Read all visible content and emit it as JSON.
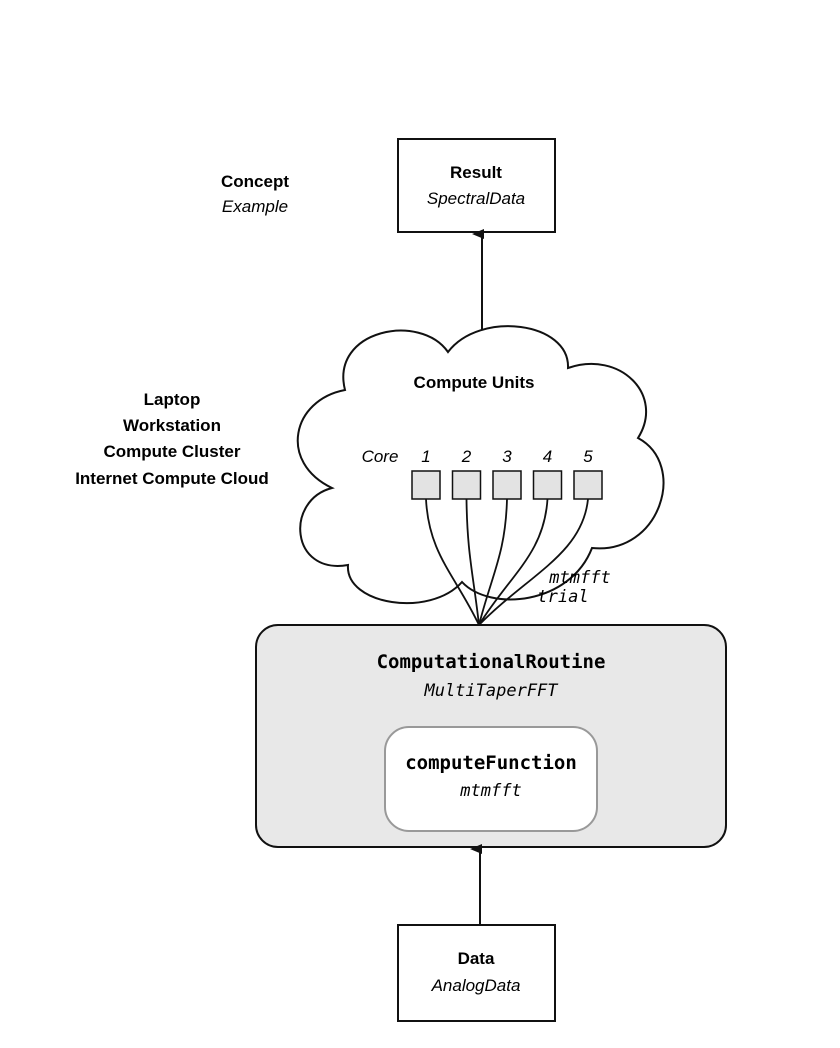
{
  "legend": {
    "concept_label": "Concept",
    "example_label": "Example"
  },
  "result_box": {
    "title": "Result",
    "subtitle": "SpectralData"
  },
  "data_box": {
    "title": "Data",
    "subtitle": "AnalogData"
  },
  "platforms": [
    "Laptop",
    "Workstation",
    "Compute Cluster",
    "Internet Compute Cloud"
  ],
  "cloud": {
    "title": "Compute Units",
    "core_label": "Core",
    "cores": [
      "1",
      "2",
      "3",
      "4",
      "5"
    ]
  },
  "edge_labels": {
    "function": "mtmfft",
    "unit": "trial"
  },
  "routine_box": {
    "title": "ComputationalRoutine",
    "subtitle": "MultiTaperFFT"
  },
  "function_box": {
    "title": "computeFunction",
    "subtitle": "mtmfft"
  },
  "colors": {
    "stroke": "#111111",
    "routine_fill": "#e8e8e8",
    "core_fill": "#e3e3e3",
    "function_border": "#999999",
    "white": "#ffffff"
  }
}
